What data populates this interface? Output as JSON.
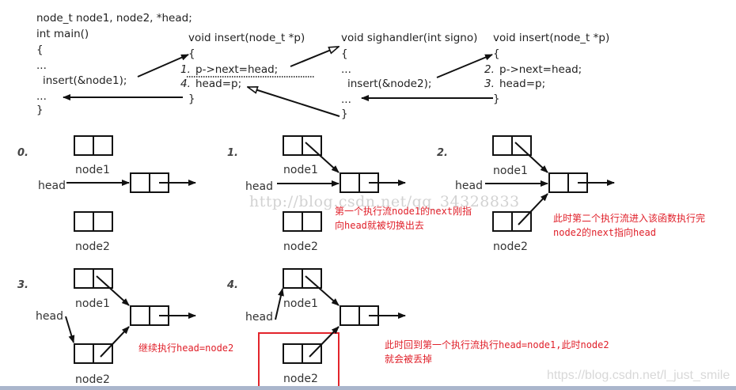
{
  "code": {
    "main": {
      "decl": "node_t node1, node2, *head;",
      "sig": "int main()",
      "open": "{",
      "dots1": "...",
      "call": "insert(&node1);",
      "dots2": "...",
      "close": "}"
    },
    "insert1": {
      "sig": "void insert(node_t *p)",
      "open": "{",
      "line1_num": "1.",
      "line1": "p->next=head;",
      "line2_num": "4.",
      "line2": "head=p;",
      "close": "}"
    },
    "sighandler": {
      "sig": "void sighandler(int signo)",
      "open": "{",
      "dots1": "...",
      "call": "insert(&node2);",
      "dots2": "...",
      "close": "}"
    },
    "insert2": {
      "sig": "void insert(node_t *p)",
      "open": "{",
      "line1_num": "2.",
      "line1": "p->next=head;",
      "line2_num": "3.",
      "line2": "head=p;",
      "close": "}"
    }
  },
  "steps": [
    {
      "label": "0.",
      "head": "head",
      "node1": "node1",
      "node2": "node2"
    },
    {
      "label": "1.",
      "head": "head",
      "node1": "node1",
      "node2": "node2",
      "note": "第一个执行流node1的next刚指\n向head就被切换出去"
    },
    {
      "label": "2.",
      "head": "head",
      "node1": "node1",
      "node2": "node2",
      "note": "此时第二个执行流进入该函数执行完\nnode2的next指向head"
    },
    {
      "label": "3.",
      "head": "head",
      "node1": "node1",
      "node2": "node2",
      "note": "继续执行head=node2"
    },
    {
      "label": "4.",
      "head": "head",
      "node1": "node1",
      "node2": "node2",
      "note": "此时回到第一个执行流执行head=node1,此时node2\n就会被丢掉"
    }
  ],
  "watermarks": {
    "center": "http://blog.csdn.net/qq_34328833",
    "corner": "https://blog.csdn.net/l_just_smile"
  },
  "colors": {
    "annotation": "#e0202a",
    "highlight_box": "#e3242b"
  }
}
